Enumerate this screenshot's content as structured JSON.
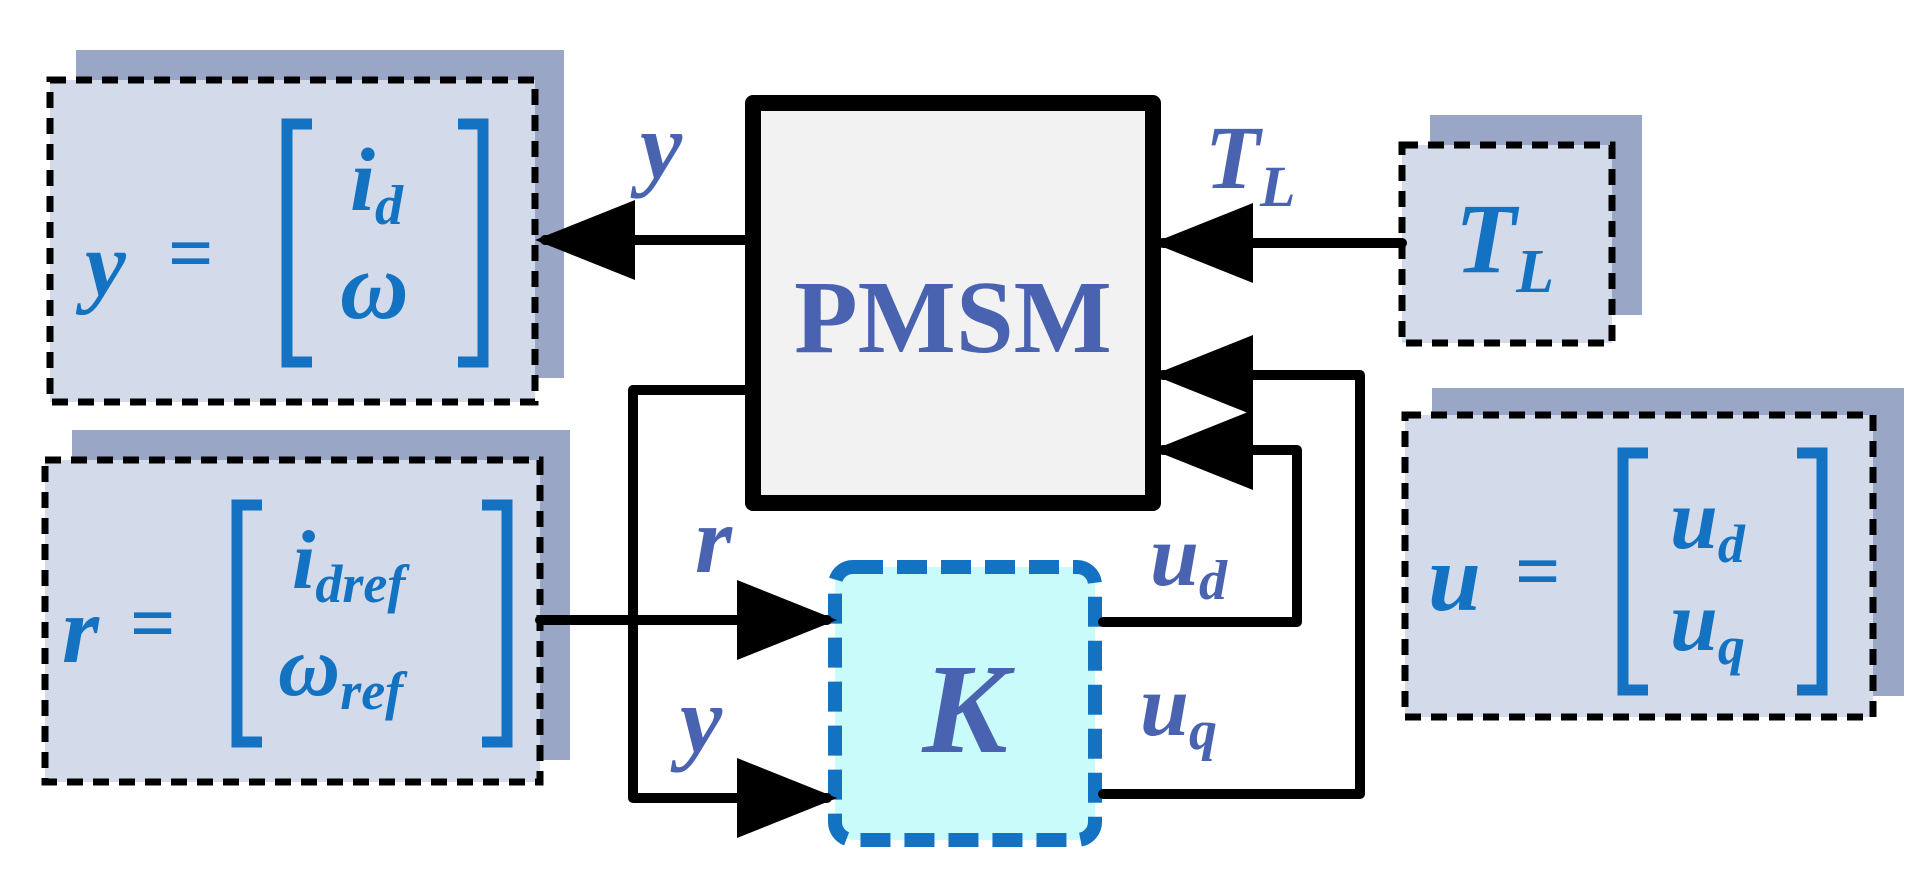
{
  "colors": {
    "line": "#000000",
    "label_text": "#4a63b0",
    "matrix_text": "#1372c2",
    "box_fill": "#d3daea",
    "box_shadow": "#9aa6c6",
    "plant_fill": "#f2f2f2",
    "controller_fill": "#c9fbfb",
    "controller_border": "#1372c2"
  },
  "plant": {
    "label": "PMSM"
  },
  "controller": {
    "label": "K"
  },
  "signals": {
    "y_out": "y",
    "tl_in": "T",
    "tl_in_sub": "L",
    "r_in": "r",
    "y_feedback": "y",
    "ud": "u",
    "ud_sub": "d",
    "uq": "u",
    "uq_sub": "q"
  },
  "definitions": {
    "y": {
      "lhs": "y",
      "eq": "=",
      "row1": "i",
      "row1_sub": "d",
      "row2": "ω"
    },
    "r": {
      "lhs": "r",
      "eq": "=",
      "row1": "i",
      "row1_sub": "dref",
      "row2": "ω",
      "row2_sub": "ref"
    },
    "tl": {
      "main": "T",
      "sub": "L"
    },
    "u": {
      "lhs": "u",
      "eq": "=",
      "row1": "u",
      "row1_sub": "d",
      "row2": "u",
      "row2_sub": "q"
    }
  }
}
